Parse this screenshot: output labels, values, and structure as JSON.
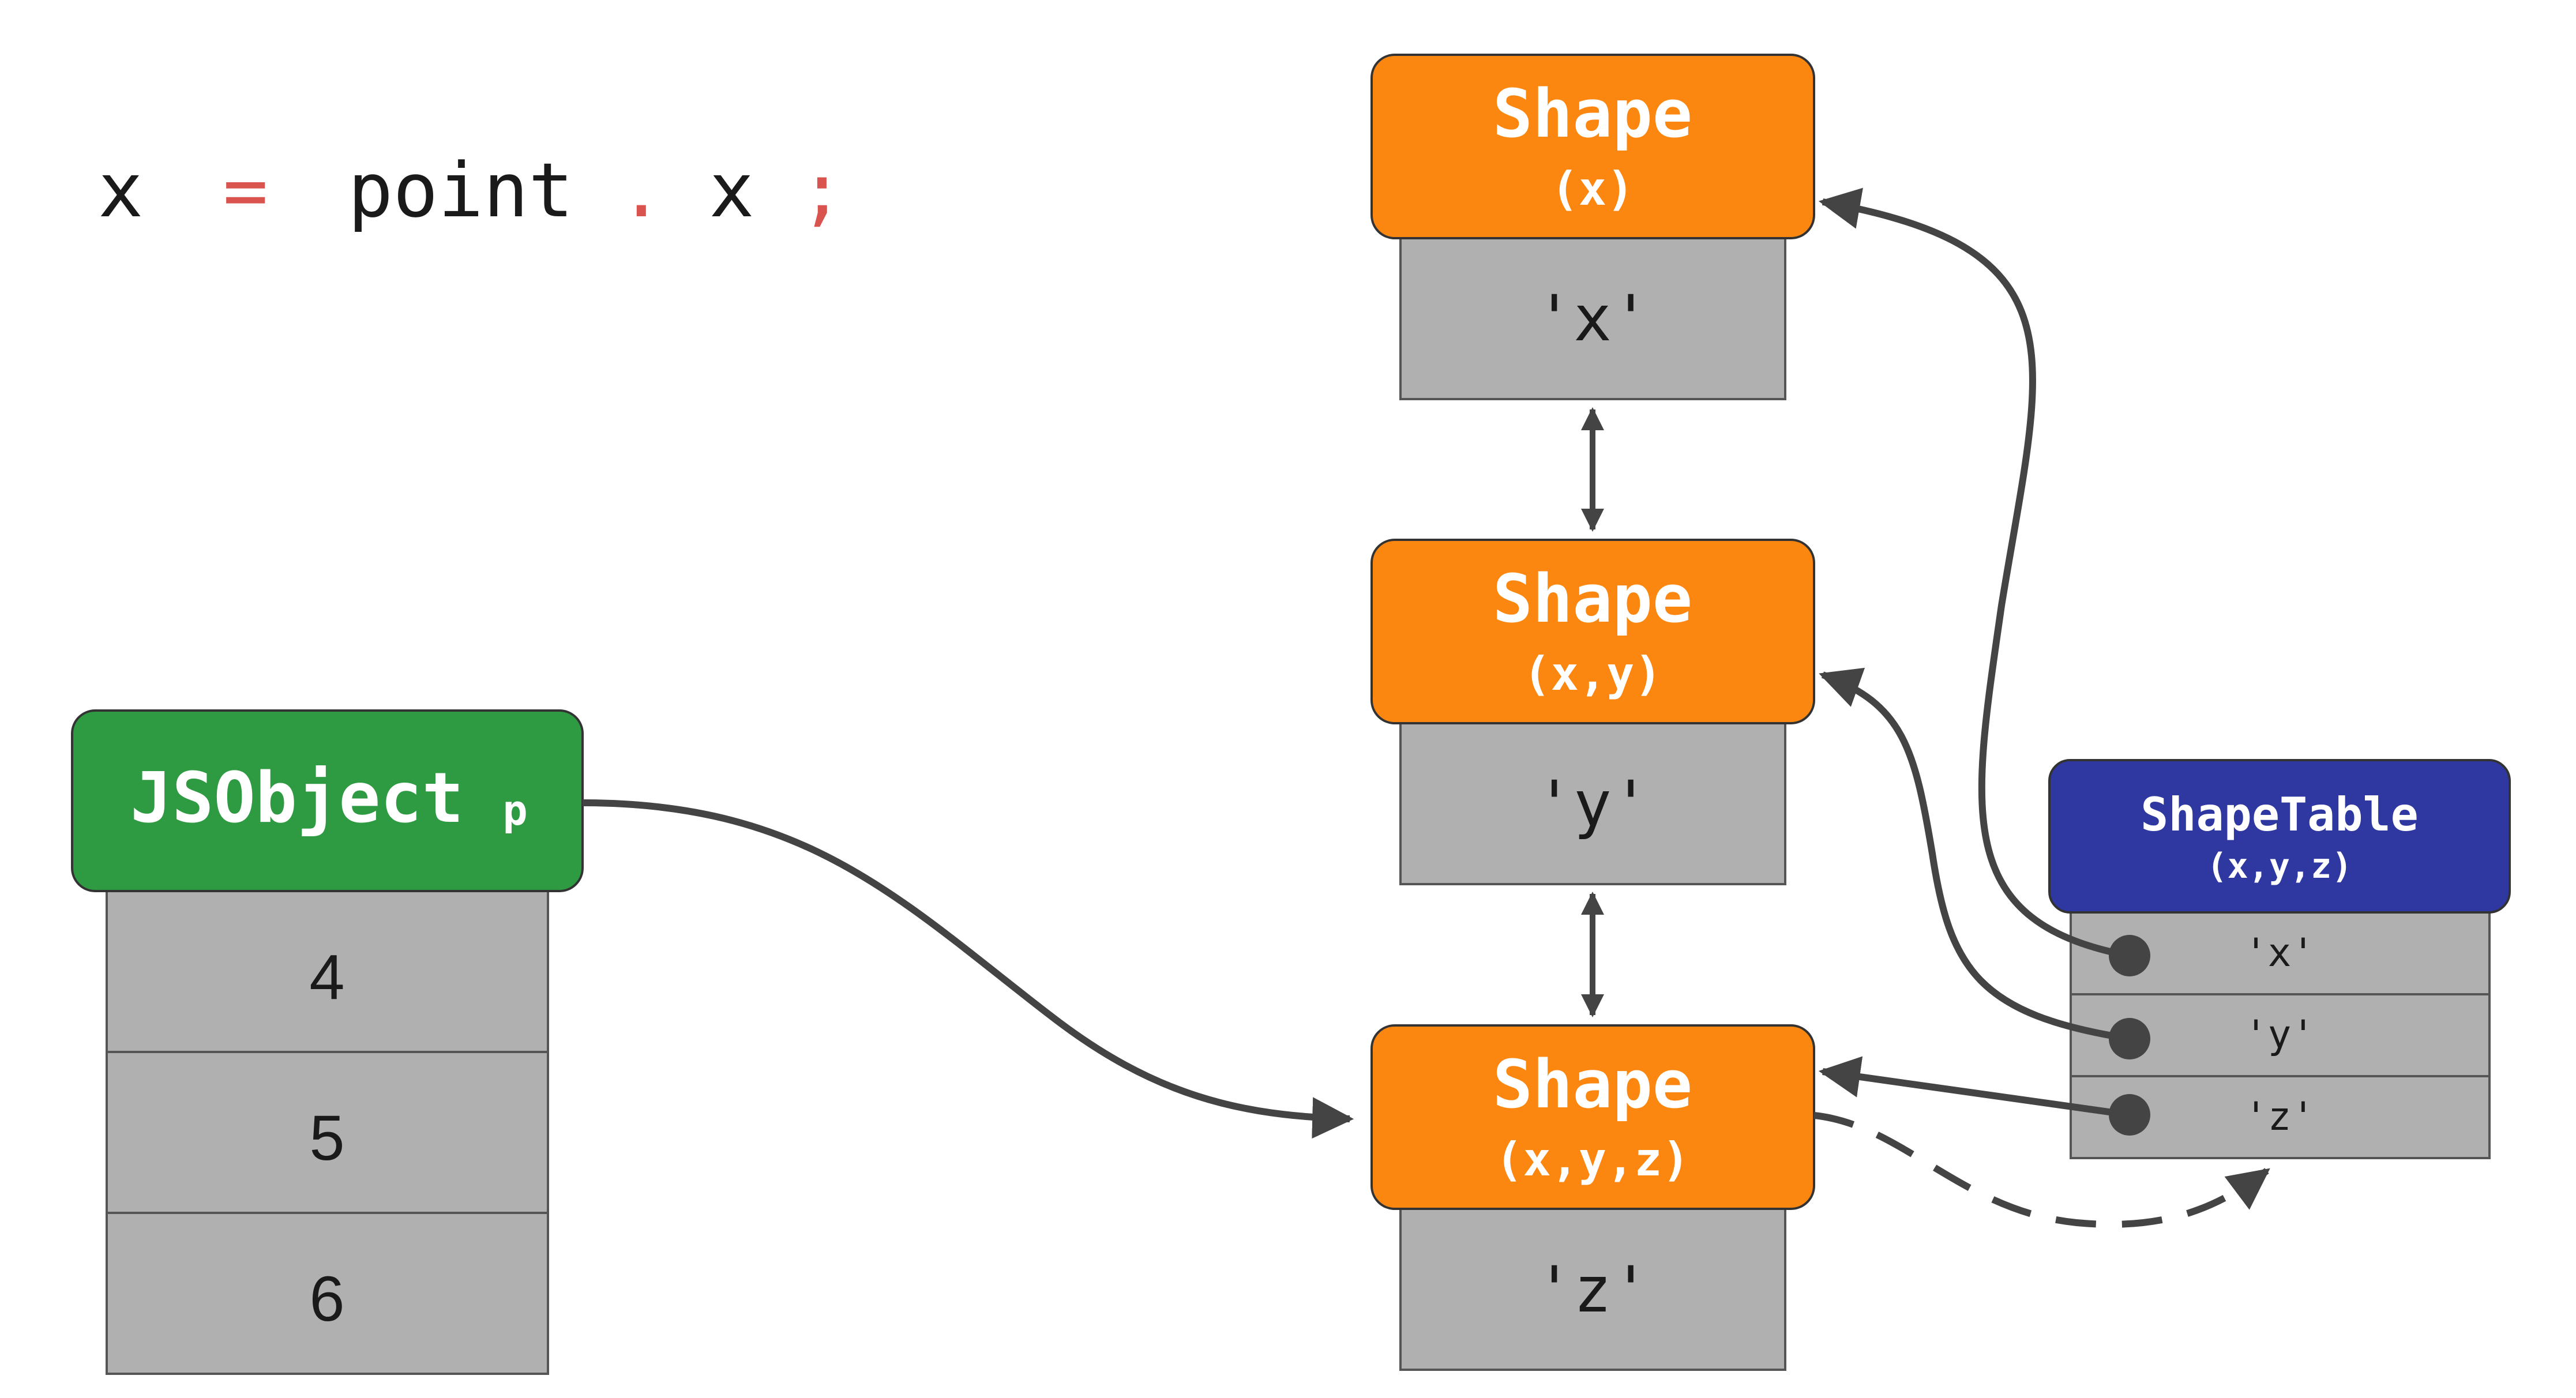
{
  "code": {
    "lhs": "x",
    "op": "=",
    "obj": "point",
    "dot": ".",
    "prop": "x",
    "semi": ";"
  },
  "colors": {
    "shape": "#fb8710",
    "jsobject": "#2e9b42",
    "shapetable": "#2f38a1",
    "cell": "#b0b0b0",
    "arrow": "#444444",
    "operator": "#d9534f"
  },
  "jsobject": {
    "title": "JSObject",
    "suffix": "p",
    "values": [
      "4",
      "5",
      "6"
    ]
  },
  "shapes": [
    {
      "title": "Shape",
      "keys": "(x)",
      "property": "'x'"
    },
    {
      "title": "Shape",
      "keys": "(x,y)",
      "property": "'y'"
    },
    {
      "title": "Shape",
      "keys": "(x,y,z)",
      "property": "'z'"
    }
  ],
  "shapetable": {
    "title": "ShapeTable",
    "keys": "(x,y,z)",
    "entries": [
      "'x'",
      "'y'",
      "'z'"
    ]
  }
}
